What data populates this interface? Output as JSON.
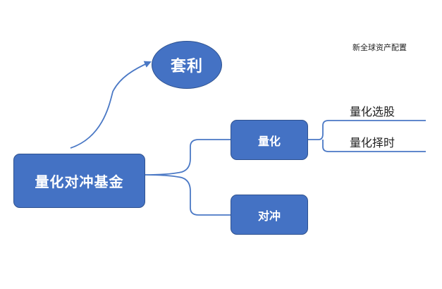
{
  "diagram": {
    "root": "量化对冲基金",
    "ellipse": "套利",
    "branches": [
      "量化",
      "对冲"
    ],
    "leaves": [
      "量化选股",
      "量化择时"
    ],
    "note": "新全球资产配置"
  },
  "colors": {
    "node_fill": "#4472c4",
    "node_border": "#2f528f",
    "connector": "#4a78c5",
    "text_dark": "#222222"
  }
}
